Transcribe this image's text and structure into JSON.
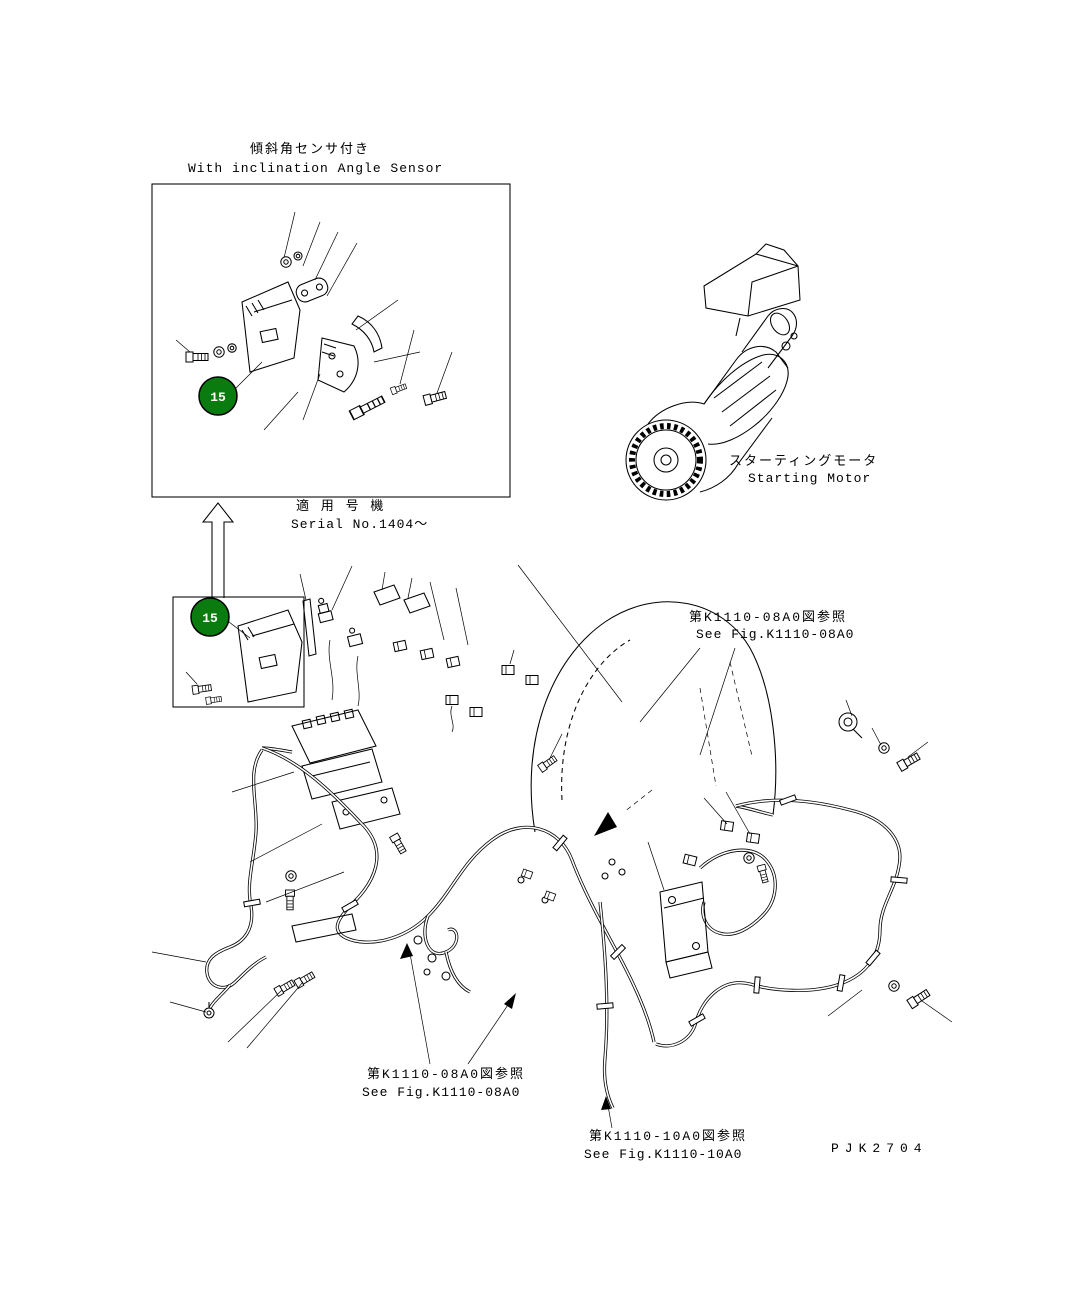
{
  "colors": {
    "background": "#ffffff",
    "ink": "#000000",
    "callout_fill": "#0a7c0f",
    "callout_text": "#ffffff"
  },
  "inset": {
    "title_jp": "傾斜角センサ付き",
    "title_en": "With inclination Angle Sensor",
    "callout_label": "15"
  },
  "serial_note": {
    "jp": "適 用 号 機",
    "en": "Serial No.1404～"
  },
  "lower_group": {
    "callout_label": "15"
  },
  "starting_motor_label": {
    "jp": "スターティングモータ",
    "en": "Starting Motor"
  },
  "references": {
    "upper_right": {
      "jp": "第K1110-08A0図参照",
      "en": "See Fig.K1110-08A0"
    },
    "lower_middle": {
      "jp": "第K1110-08A0図参照",
      "en": "See Fig.K1110-08A0"
    },
    "bottom": {
      "jp": "第K1110-10A0図参照",
      "en": "See Fig.K1110-10A0"
    }
  },
  "drawing_number": "PJK2704"
}
